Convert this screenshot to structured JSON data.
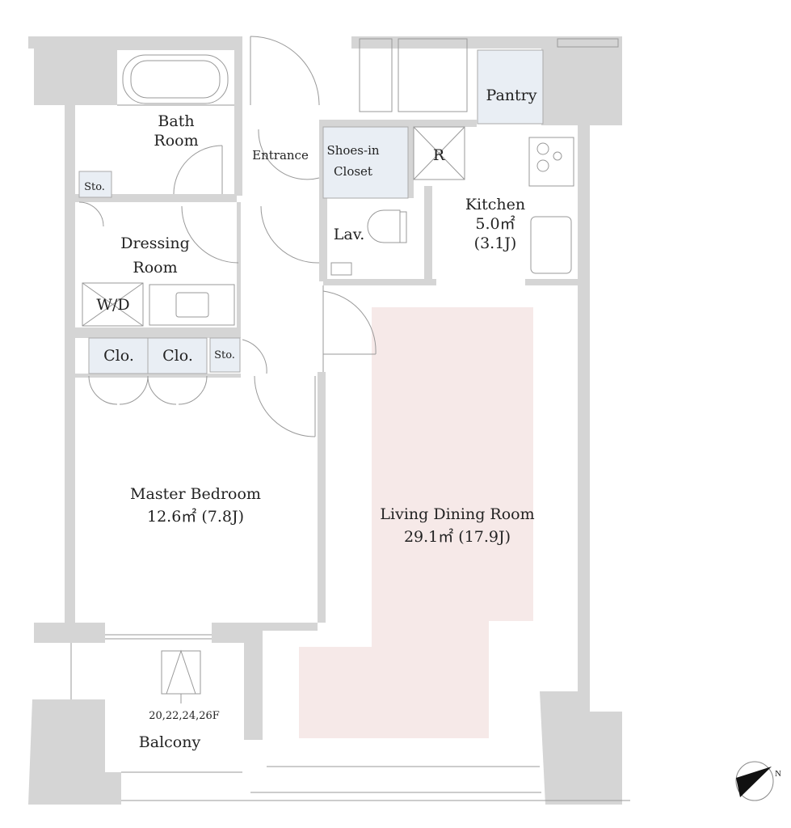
{
  "colors": {
    "wall": "#d5d5d5",
    "closet": "#e9eef4",
    "living_highlight": "#f6e9e8",
    "line": "#888888"
  },
  "rooms": {
    "bath": {
      "line1": "Bath",
      "line2": "Room"
    },
    "entrance": "Entrance",
    "shoes_closet": {
      "line1": "Shoes-in",
      "line2": "Closet"
    },
    "pantry": "Pantry",
    "fridge": "R",
    "kitchen": {
      "name": "Kitchen",
      "area": "5.0㎡",
      "tatami": "(3.1J)"
    },
    "storage_top": "Sto.",
    "dressing": {
      "line1": "Dressing",
      "line2": "Room"
    },
    "lavatory": "Lav.",
    "washer_dryer": "W/D",
    "closet_1": "Clo.",
    "closet_2": "Clo.",
    "storage_hall": "Sto.",
    "master_bedroom": {
      "name": "Master Bedroom",
      "area": "12.6㎡ (7.8J)"
    },
    "living": {
      "name": "Living Dining Room",
      "area": "29.1㎡ (17.9J)"
    },
    "balcony": "Balcony",
    "floors_note": "20,22,24,26F"
  },
  "compass": {
    "label": "N"
  }
}
